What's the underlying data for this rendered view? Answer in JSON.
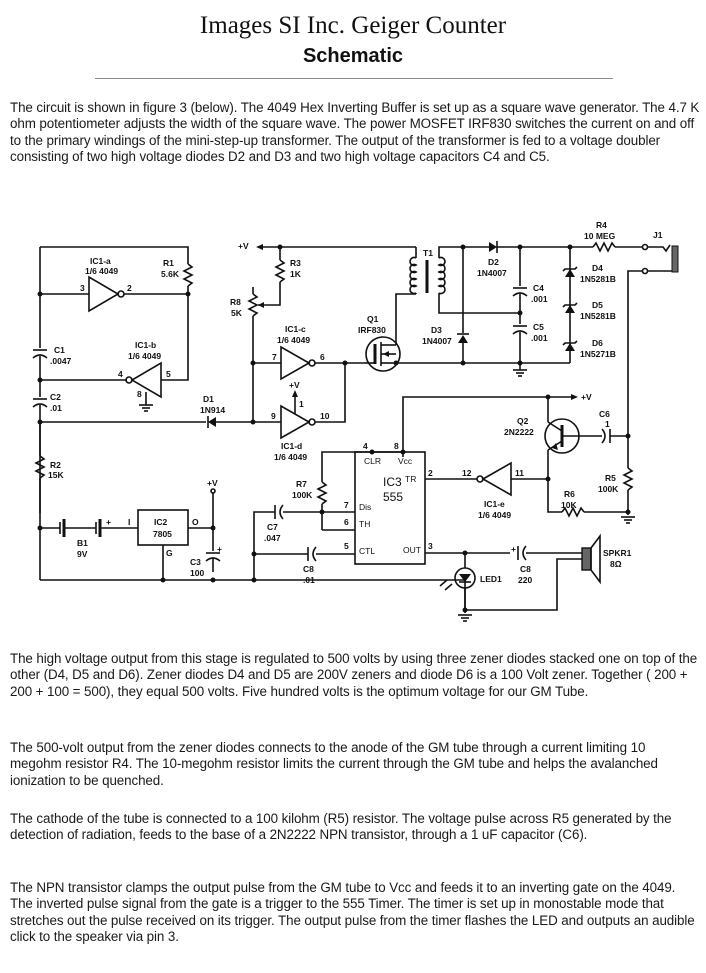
{
  "header": {
    "title": "Images SI Inc.  Geiger Counter",
    "subtitle": "Schematic"
  },
  "paragraphs": {
    "intro": "The circuit is shown in figure 3 (below). The 4049 Hex Inverting Buffer is set up as a square wave generator. The 4.7 K ohm potentiometer adjusts the width of the square wave. The power MOSFET IRF830 switches the current on and off to the primary windings of the mini-step-up transformer. The output of the transformer is fed to a voltage doubler consisting of two high voltage diodes D2 and D3 and two high voltage capacitors C4 and C5.",
    "zener": "The high voltage output from this stage is regulated to 500 volts by using three zener diodes stacked one on top of the other (D4, D5 and D6). Zener diodes D4 and D5 are 200V zeners and diode D6 is a 100 Volt zener. Together  ( 200 + 200 + 100 = 500), they equal 500 volts. Five hundred volts is the optimum voltage for our GM Tube.",
    "anode": "The 500-volt output from the zener diodes connects to the anode of the GM tube through a current limiting 10 megohm resistor R4. The 10-megohm resistor limits the current through the GM tube and helps the avalanched ionization to be quenched.",
    "cathode": "The cathode of the tube is connected to a 100 kilohm (R5) resistor. The voltage pulse across R5 generated by the detection of radiation, feeds to the base of a 2N2222 NPN transistor, through a 1 uF capacitor (C6).",
    "npn": "The NPN transistor clamps the output pulse from the GM tube to Vcc and feeds it to an inverting gate on the 4049. The inverted pulse signal from the gate is a trigger to the 555 Timer. The timer is set up in monostable mode that stretches out the pulse received on its trigger. The output pulse from the timer flashes the LED and outputs an audible click to the speaker via pin 3."
  },
  "schematic": {
    "supply_label": "+V",
    "components": {
      "IC1a": {
        "ref": "IC1-a",
        "value": "1/6 4049",
        "pin_in": "3",
        "pin_out": "2"
      },
      "IC1b": {
        "ref": "IC1-b",
        "value": "1/6 4049",
        "pin_in": "4",
        "pin_out": "5",
        "pin_gnd": "8"
      },
      "IC1c": {
        "ref": "IC1-c",
        "value": "1/6 4049",
        "pin_in": "7",
        "pin_out": "6"
      },
      "IC1d": {
        "ref": "IC1-d",
        "value": "1/6 4049",
        "pin_in": "9",
        "pin_out": "10",
        "pin_vcc": "1"
      },
      "IC1e": {
        "ref": "IC1-e",
        "value": "1/6 4049",
        "pin_in": "11",
        "pin_out": "12"
      },
      "R1": {
        "ref": "R1",
        "value": "5.6K"
      },
      "R2": {
        "ref": "R2",
        "value": "15K"
      },
      "R3": {
        "ref": "R3",
        "value": "1K"
      },
      "R4": {
        "ref": "R4",
        "value": "10 MEG"
      },
      "R5": {
        "ref": "R5",
        "value": "100K"
      },
      "R6": {
        "ref": "R6",
        "value": "10K"
      },
      "R7": {
        "ref": "R7",
        "value": "100K"
      },
      "R8": {
        "ref": "R8",
        "value": "5K"
      },
      "C1": {
        "ref": "C1",
        "value": ".0047"
      },
      "C2": {
        "ref": "C2",
        "value": ".01"
      },
      "C3": {
        "ref": "C3",
        "value": "100"
      },
      "C4": {
        "ref": "C4",
        "value": ".001"
      },
      "C5": {
        "ref": "C5",
        "value": ".001"
      },
      "C6": {
        "ref": "C6",
        "value": "1"
      },
      "C7": {
        "ref": "C7",
        "value": ".047"
      },
      "C8a": {
        "ref": "C8",
        "value": ".01"
      },
      "C8b": {
        "ref": "C8",
        "value": "220"
      },
      "D1": {
        "ref": "D1",
        "value": "1N914"
      },
      "D2": {
        "ref": "D2",
        "value": "1N4007"
      },
      "D3": {
        "ref": "D3",
        "value": "1N4007"
      },
      "D4": {
        "ref": "D4",
        "value": "1N5281B"
      },
      "D5": {
        "ref": "D5",
        "value": "1N5281B"
      },
      "D6": {
        "ref": "D6",
        "value": "1N5271B"
      },
      "Q1": {
        "ref": "Q1",
        "value": "IRF830"
      },
      "Q2": {
        "ref": "Q2",
        "value": "2N2222"
      },
      "T1": {
        "ref": "T1"
      },
      "J1": {
        "ref": "J1"
      },
      "B1": {
        "ref": "B1",
        "value": "9V",
        "plus": "+"
      },
      "IC2": {
        "ref": "IC2",
        "value": "7805",
        "pin_i": "I",
        "pin_o": "O",
        "pin_g": "G"
      },
      "IC3": {
        "ref": "IC3",
        "value": "555",
        "pins": {
          "clr": "CLR",
          "vcc": "Vcc",
          "tr": "TR",
          "dis": "Dis",
          "th": "TH",
          "ctl": "CTL",
          "out": "OUT"
        },
        "pin_numbers": {
          "clr": "4",
          "vcc": "8",
          "tr": "2",
          "dis": "7",
          "th": "6",
          "ctl": "5",
          "out": "3"
        }
      },
      "LED1": {
        "ref": "LED1"
      },
      "SPKR1": {
        "ref": "SPKR1",
        "value": "8Ω"
      }
    }
  }
}
